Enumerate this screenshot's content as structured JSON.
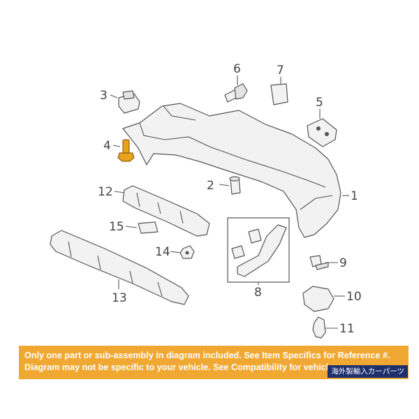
{
  "diagram": {
    "callouts": {
      "c1": "1",
      "c2": "2",
      "c3": "3",
      "c4": "4",
      "c5": "5",
      "c6": "6",
      "c7": "7",
      "c8": "8",
      "c9": "9",
      "c10": "10",
      "c11": "11",
      "c12": "12",
      "c13": "13",
      "c14": "14",
      "c15": "15"
    },
    "highlight_color": "#e8a21c"
  },
  "banner": {
    "line1": "Only one part or sub-assembly in diagram included. See Item Specifics for Reference #.",
    "line2": "Diagram may not be specific to your vehicle. See Compatibility for vehicle-spec"
  },
  "watermark": "海外製輸入カーパーツ",
  "colors": {
    "banner_bg": "#f0a832",
    "watermark_bg": "#1e2f6e"
  }
}
